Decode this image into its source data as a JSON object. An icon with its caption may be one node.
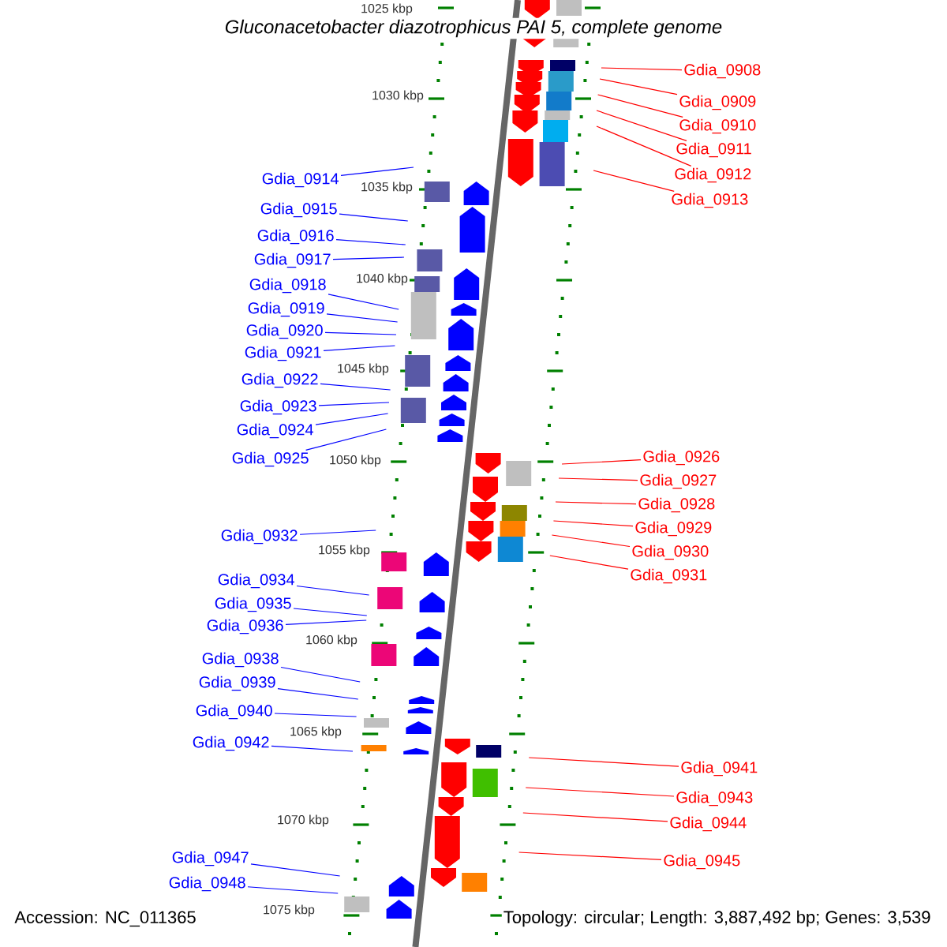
{
  "diagram": {
    "title": "*Gluconacetobacter diazotrophicus* PAI 5, complete genome",
    "nodes": [
      {
        "text": [
          "Gdia_0908"
        ]
      },
      {
        "text": [
          "Gdia_0909"
        ]
      },
      {
        "text": [
          "Gdia_0910"
        ]
      },
      {
        "text": [
          "Gdia_0911"
        ]
      },
      {
        "text": [
          "Gdia_0912"
        ]
      },
      {
        "text": [
          "Gdia_0913"
        ]
      },
      {
        "text": [
          "Gdia_0914"
        ]
      },
      {
        "text": [
          "Gdia_0915"
        ]
      },
      {
        "text": [
          "Gdia_0916"
        ]
      },
      {
        "text": [
          "Gdia_0917"
        ]
      },
      {
        "text": [
          "Gdia_0918"
        ]
      },
      {
        "text": [
          "Gdia_0919"
        ]
      },
      {
        "text": [
          "Gdia_0920"
        ]
      },
      {
        "text": [
          "Gdia_0921"
        ]
      },
      {
        "text": [
          "Gdia_0922"
        ]
      },
      {
        "text": [
          "Gdia_0923"
        ]
      },
      {
        "text": [
          "Gdia_0924"
        ]
      },
      {
        "text": [
          "Gdia_0925"
        ]
      },
      {
        "text": [
          "Gdia_0926"
        ]
      },
      {
        "text": [
          "Gdia_0927"
        ]
      },
      {
        "text": [
          "Gdia_0928"
        ]
      },
      {
        "text": [
          "Gdia_0929"
        ]
      },
      {
        "text": [
          "Gdia_0930"
        ]
      },
      {
        "text": [
          "Gdia_0931"
        ]
      },
      {
        "text": [
          "Gdia_0932"
        ]
      },
      {
        "text": [
          "Gdia_0934"
        ]
      },
      {
        "text": [
          "Gdia_0935"
        ]
      },
      {
        "text": [
          "Gdia_0936"
        ]
      },
      {
        "text": [
          "Gdia_0938"
        ]
      },
      {
        "text": [
          "Gdia_0939"
        ]
      },
      {
        "text": [
          "Gdia_0940"
        ]
      },
      {
        "text": [
          "Gdia_0942"
        ]
      },
      {
        "text": [
          "Gdia_0941"
        ]
      },
      {
        "text": [
          "Gdia_0943"
        ]
      },
      {
        "text": [
          "Gdia_0944"
        ]
      },
      {
        "text": [
          "Gdia_0945"
        ]
      },
      {
        "text": [
          "Gdia_0947"
        ]
      },
      {
        "text": [
          "Gdia_0948"
        ]
      }
    ],
    "edges": [
      {
        "from": 0,
        "to": null,
        "arrow": "none",
        "color": "#ff0000"
      },
      {
        "from": 1,
        "to": null,
        "arrow": "none",
        "color": "#ff0000"
      },
      {
        "from": 2,
        "to": null,
        "arrow": "none",
        "color": "#ff0000"
      },
      {
        "from": 3,
        "to": null,
        "arrow": "none",
        "color": "#ff0000"
      },
      {
        "from": 4,
        "to": null,
        "arrow": "none",
        "color": "#ff0000"
      },
      {
        "from": 5,
        "to": null,
        "arrow": "none",
        "color": "#ff0000"
      },
      {
        "from": 6,
        "to": null,
        "arrow": "none"
      },
      {
        "from": 7,
        "to": null,
        "arrow": "none"
      },
      {
        "from": 8,
        "to": null,
        "arrow": "none"
      },
      {
        "from": 9,
        "to": null,
        "arrow": "none"
      },
      {
        "from": 10,
        "to": null,
        "arrow": "none"
      },
      {
        "from": 11,
        "to": null,
        "arrow": "none"
      },
      {
        "from": 12,
        "to": null,
        "arrow": "none"
      },
      {
        "from": 13,
        "to": null,
        "arrow": "none"
      },
      {
        "from": 14,
        "to": null,
        "arrow": "none"
      },
      {
        "from": 15,
        "to": null,
        "arrow": "none"
      },
      {
        "from": 16,
        "to": null,
        "arrow": "none"
      },
      {
        "from": 17,
        "to": null,
        "arrow": "none"
      },
      {
        "from": 18,
        "to": null,
        "arrow": "none",
        "color": "#ff0000"
      },
      {
        "from": 19,
        "to": null,
        "arrow": "none",
        "color": "#ff0000"
      },
      {
        "from": 20,
        "to": null,
        "arrow": "none",
        "color": "#ff0000"
      },
      {
        "from": 21,
        "to": null,
        "arrow": "none",
        "color": "#ff0000"
      },
      {
        "from": 22,
        "to": null,
        "arrow": "none",
        "color": "#ff0000"
      },
      {
        "from": 23,
        "to": null,
        "arrow": "none",
        "color": "#ff0000"
      },
      {
        "from": 24,
        "to": null,
        "arrow": "none"
      },
      {
        "from": 25,
        "to": null,
        "arrow": "none"
      },
      {
        "from": 26,
        "to": null,
        "arrow": "none"
      },
      {
        "from": 27,
        "to": null,
        "arrow": "none"
      },
      {
        "from": 28,
        "to": null,
        "arrow": "none"
      },
      {
        "from": 29,
        "to": null,
        "arrow": "none"
      },
      {
        "from": 30,
        "to": null,
        "arrow": "none"
      },
      {
        "from": 31,
        "to": null,
        "arrow": "none"
      },
      {
        "from": 32,
        "to": null,
        "arrow": "none",
        "color": "#ff0000"
      },
      {
        "from": 33,
        "to": null,
        "arrow": "none",
        "color": "#ff0000"
      },
      {
        "from": 34,
        "to": null,
        "arrow": "none",
        "color": "#ff0000"
      },
      {
        "from": 35,
        "to": null,
        "arrow": "none",
        "color": "#ff0000"
      },
      {
        "from": 36,
        "to": null,
        "arrow": "none"
      },
      {
        "from": 37,
        "to": null,
        "arrow": "none"
      }
    ],
    "labels": [
      "1025 kbp",
      "1030 kbp",
      "1035 kbp",
      "1040 kbp",
      "1045 kbp",
      "1050 kbp",
      "1055 kbp",
      "1060 kbp",
      "1065 kbp",
      "1070 kbp",
      "1075 kbp",
      "Accession: NC_011365",
      "Topology: circular; Length: 3,887,492 bp; Genes: 3,539"
    ]
  }
}
